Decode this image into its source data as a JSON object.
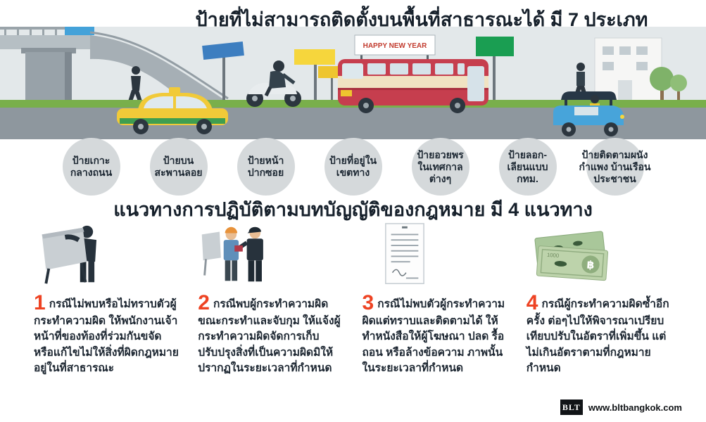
{
  "header": {
    "title": "ป้ายที่ไม่สามารถติดตั้งบนพื้นที่สาธารณะได้ มี 7 ประเภท"
  },
  "scene": {
    "banner_text": "HAPPY NEW YEAR"
  },
  "sign_types": [
    {
      "label": "ป้ายเกาะ\nกลางถนน"
    },
    {
      "label": "ป้ายบน\nสะพานลอย"
    },
    {
      "label": "ป้ายหน้า\nปากซอย"
    },
    {
      "label": "ป้ายที่อยู่ใน\nเขตทาง"
    },
    {
      "label": "ป้ายอวยพร\nในเทศกาล\nต่างๆ"
    },
    {
      "label": "ป้ายลอก-\nเลียนแบบ\nกทม."
    },
    {
      "label": "ป้ายติดตามผนัง\nกำแพง บ้านเรือน\nประชาชน"
    }
  ],
  "section2": {
    "title": "แนวทางการปฏิบัติตามบทบัญญัติของกฎหมาย มี 4 แนวทาง"
  },
  "guidelines": [
    {
      "number": "1",
      "icon": "worker-removing-signboard",
      "text": "กรณีไม่พบหรือไม่ทราบตัวผู้กระทำความผิด ให้พนักงานเจ้าหน้าที่ของท้องที่ร่วมกันขจัดหรือแก้ไขไม่ให้สิ่งที่ผิดกฎหมายอยู่ในที่สาธารณะ"
    },
    {
      "number": "2",
      "icon": "officer-arresting-offender",
      "text": "กรณีพบผู้กระทำความผิดขณะกระทำและจับกุม ให้แจ้งผู้กระทำความผิดจัดการเก็บ ปรับปรุงสิ่งที่เป็นความผิดมิให้ปรากฏในระยะเวลาที่กำหนด"
    },
    {
      "number": "3",
      "icon": "official-notice-letter",
      "text": "กรณีไม่พบตัวผู้กระทำความผิดแต่ทราบและติดตามได้ ให้ทำหนังสือให้ผู้โฆษณา ปลด รื้อ ถอน หรือล้างข้อความ ภาพนั้นในระยะเวลาที่กำหนด"
    },
    {
      "number": "4",
      "icon": "fine-banknotes",
      "text": "กรณีผู้กระทำความผิดซ้ำอีกครั้ง ต่อๆไปให้พิจารณาเปรียบเทียบปรับในอัตราที่เพิ่มขึ้น แต่ไม่เกินอัตราตามที่กฎหมายกำหนด"
    }
  ],
  "icons": {
    "baht_symbol": "฿",
    "note_value": "1000"
  },
  "footer": {
    "logo_text": "BLT",
    "website": "www.bltbangkok.com"
  },
  "colors": {
    "number_accent": "#ee4323",
    "text_dark": "#1c2631",
    "circle_bg": "#d5d9db",
    "grass_green": "#79af4b",
    "road_gray": "#8e979e",
    "bus_red": "#c63e4e",
    "taxi_yellow": "#f1ca39",
    "tuktuk_blue": "#47a4da"
  }
}
